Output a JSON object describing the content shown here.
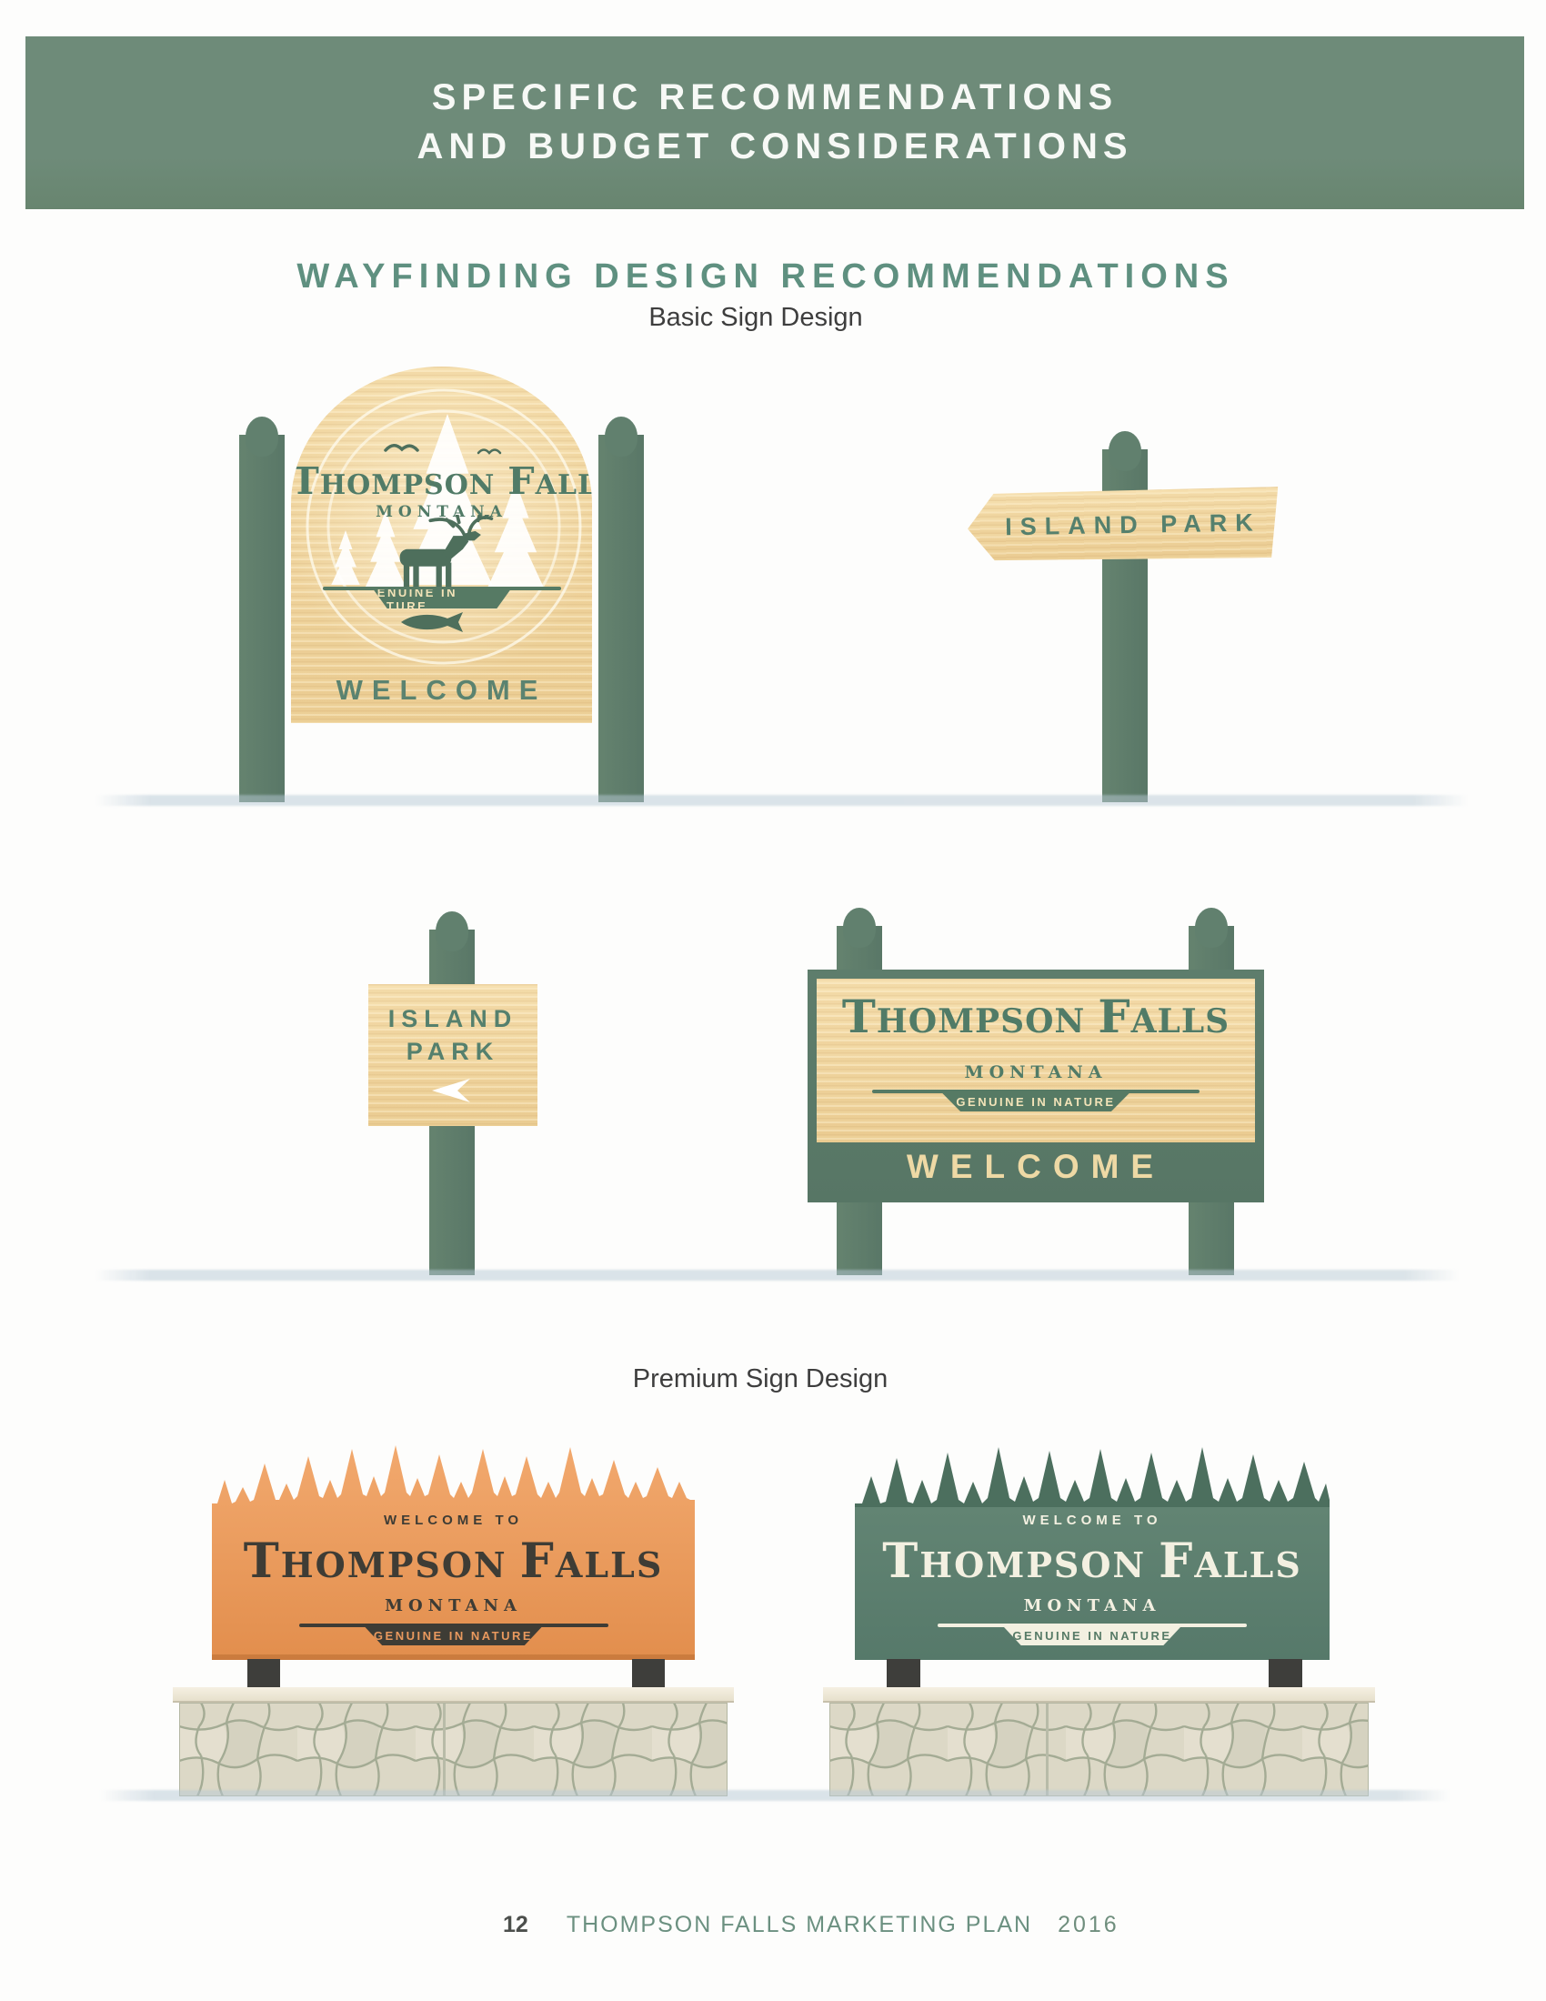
{
  "page": {
    "header": {
      "line1": "SPECIFIC RECOMMENDATIONS",
      "line2": "AND BUDGET CONSIDERATIONS"
    },
    "section_title": "WAYFINDING DESIGN RECOMMENDATIONS",
    "basic_label": "Basic Sign Design",
    "premium_label": "Premium Sign Design",
    "footer": {
      "page_number": "12",
      "title": "THOMPSON FALLS MARKETING PLAN",
      "year": "2016"
    }
  },
  "brand": {
    "initial1": "T",
    "rest1": "HOMPSON",
    "initial2": "F",
    "rest2": "ALLS",
    "montana": "MONTANA",
    "tagline": "GENUINE IN NATURE",
    "welcome": "WELCOME",
    "welcome_to": "WELCOME TO"
  },
  "signs": {
    "island_park": {
      "label": "ISLAND PARK",
      "line1": "ISLAND",
      "line2": "PARK"
    }
  },
  "icons": [
    "fir-tree-icon",
    "bird-icon",
    "elk-icon",
    "fish-icon",
    "arrow-left-icon",
    "treeline-icon",
    "rings-watermark-icon"
  ],
  "colors": {
    "banner_green": "#6e8b79",
    "title_green": "#5f9080",
    "label_dark": "#3e3e3e",
    "post_green": "#61806e",
    "frame_green": "#5e7d6c",
    "wood_light": "#f6e0b0",
    "wood_dark": "#eccf96",
    "logo_green": "#517b67",
    "tagline_green": "#567a64",
    "welcome_gold": "#eed9a5",
    "sign_text_green": "#55806d",
    "premium_orange_light": "#f2a96e",
    "premium_orange_dark": "#e28e4d",
    "premium_dark_text": "#3e3c35",
    "premium_green_light": "#628473",
    "premium_green_dark": "#56796a",
    "premium_tree_green": "#4c6f5e",
    "premium_text_light": "#f3f0e1",
    "stone_bg": "#dcd8c6",
    "stone_line": "#9da68f",
    "stone_cap": "#efe9d9",
    "dark_post": "#3e3e3b",
    "footer_green": "#6b9080",
    "page_number_dark": "#4c4f4c",
    "ground_tint": "#b7c9d6"
  }
}
